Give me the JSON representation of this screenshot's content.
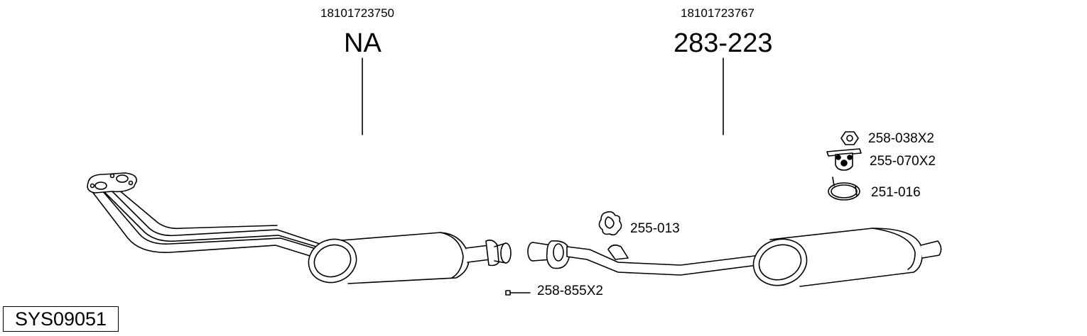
{
  "headers": [
    {
      "ref": "18101723750",
      "code": "NA"
    },
    {
      "ref": "18101723767",
      "code": "283-223"
    }
  ],
  "parts": [
    {
      "label": "258-038X2",
      "icon": "hex-nut-icon"
    },
    {
      "label": "255-070X2",
      "icon": "rubber-hanger-icon"
    },
    {
      "label": "251-016",
      "icon": "pipe-clamp-icon"
    },
    {
      "label": "255-013",
      "icon": "gasket-icon"
    },
    {
      "label": "258-855X2",
      "icon": "bolt-icon"
    }
  ],
  "system_code": "SYS09051"
}
